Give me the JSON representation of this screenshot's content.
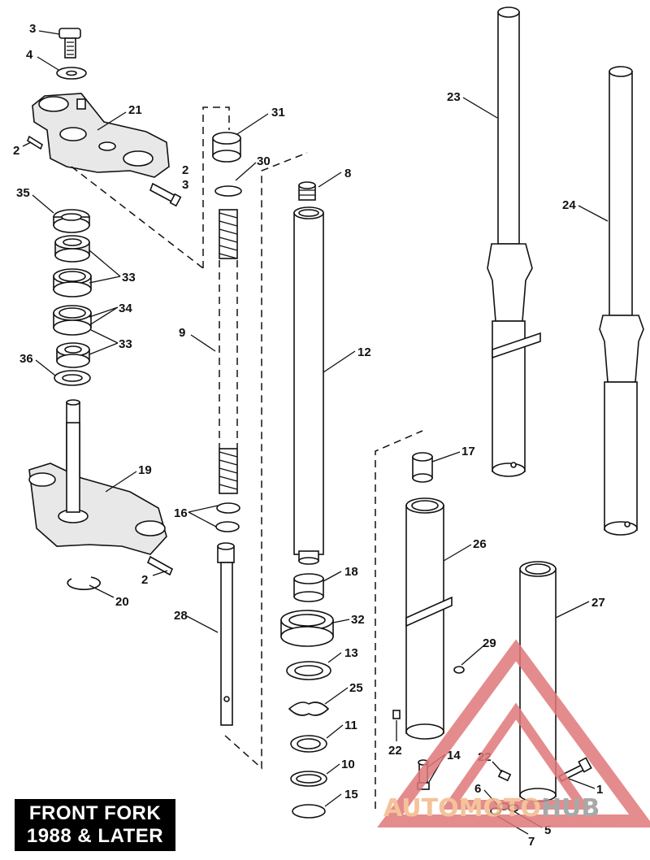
{
  "title": {
    "line1": "FRONT FORK",
    "line2": "1988 & LATER"
  },
  "watermark": {
    "text_a": "AUTO",
    "text_b": "MOTO",
    "text_c": "HUB",
    "color_a": "#f3b98a",
    "color_b": "#f3b98a",
    "color_c": "#9a9a9a",
    "triangle_color": "#e0787a"
  },
  "callouts": {
    "c3a": "3",
    "c4": "4",
    "c21": "21",
    "c2a": "2",
    "c2b": "2",
    "c3b": "3",
    "c35": "35",
    "c33a": "33",
    "c34": "34",
    "c33b": "33",
    "c36": "36",
    "c19": "19",
    "c2c": "2",
    "c20": "20",
    "c31": "31",
    "c30": "30",
    "c9": "9",
    "c16": "16",
    "c28": "28",
    "c8": "8",
    "c12": "12",
    "c17": "17",
    "c18": "18",
    "c32": "32",
    "c13": "13",
    "c25": "25",
    "c11": "11",
    "c10": "10",
    "c15": "15",
    "c23": "23",
    "c24": "24",
    "c26": "26",
    "c29": "29",
    "c27": "27",
    "c22a": "22",
    "c14": "14",
    "c22b": "22",
    "c6": "6",
    "c5": "5",
    "c7": "7",
    "c1": "1"
  }
}
